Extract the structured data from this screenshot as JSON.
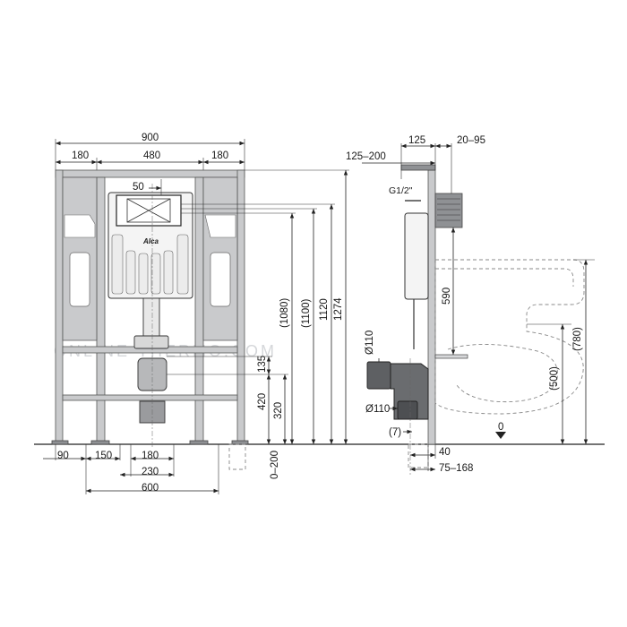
{
  "front_view": {
    "dims": {
      "total_width": "900",
      "left_side": "180",
      "center_width": "480",
      "right_side": "180",
      "button_offset": "50",
      "foot_left": "90",
      "foot_150": "150",
      "foot_180": "180",
      "foot_230": "230",
      "foot_600": "600",
      "h_135": "135",
      "h_420": "420",
      "h_320": "320",
      "h_1080": "(1080)",
      "h_1100": "(1100)",
      "h_1120": "1120",
      "h_1274": "1274",
      "floor_range": "0–200"
    },
    "brand_logo": "Alca"
  },
  "side_view": {
    "dims": {
      "depth_125": "125",
      "range_20_95": "20–95",
      "range_125_200": "125–200",
      "thread": "G1/2\"",
      "h_590": "590",
      "h_780": "(780)",
      "h_500": "(500)",
      "pipe_top": "Ø110",
      "pipe_bottom": "Ø110",
      "gap_7": "(7)",
      "offset_40": "40",
      "range_75_168": "75–168",
      "floor_zero": "0"
    }
  },
  "watermark": "ONLINE-THERMO.COM"
}
